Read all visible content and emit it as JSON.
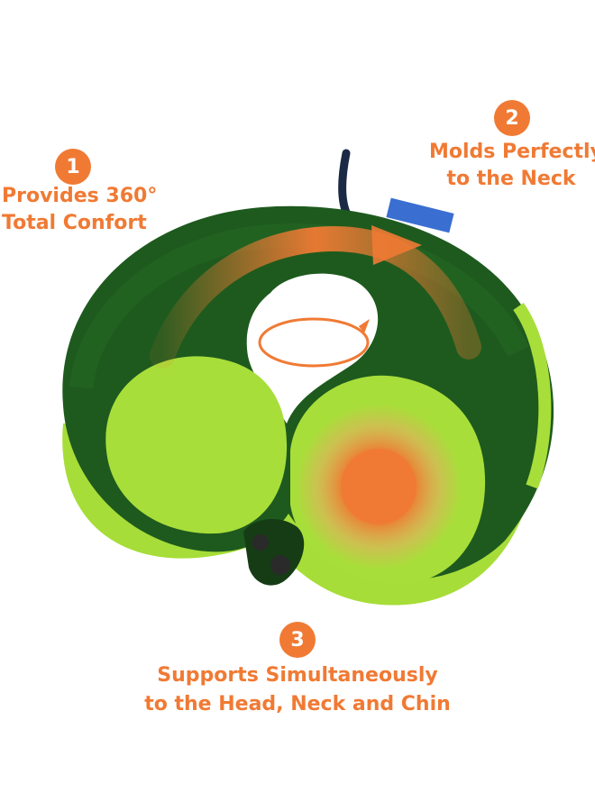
{
  "colors": {
    "accent": "#f07a34",
    "pillow_dark": "#1e5a1e",
    "pillow_light": "#a8de3a"
  },
  "features": [
    {
      "number": "1",
      "lines": [
        "Provides 360°",
        "Total Confort"
      ]
    },
    {
      "number": "2",
      "lines": [
        "Molds Perfectly",
        "to the Neck"
      ]
    },
    {
      "number": "3",
      "lines": [
        "Supports Simultaneously",
        "to the Head, Neck and Chin"
      ]
    }
  ]
}
